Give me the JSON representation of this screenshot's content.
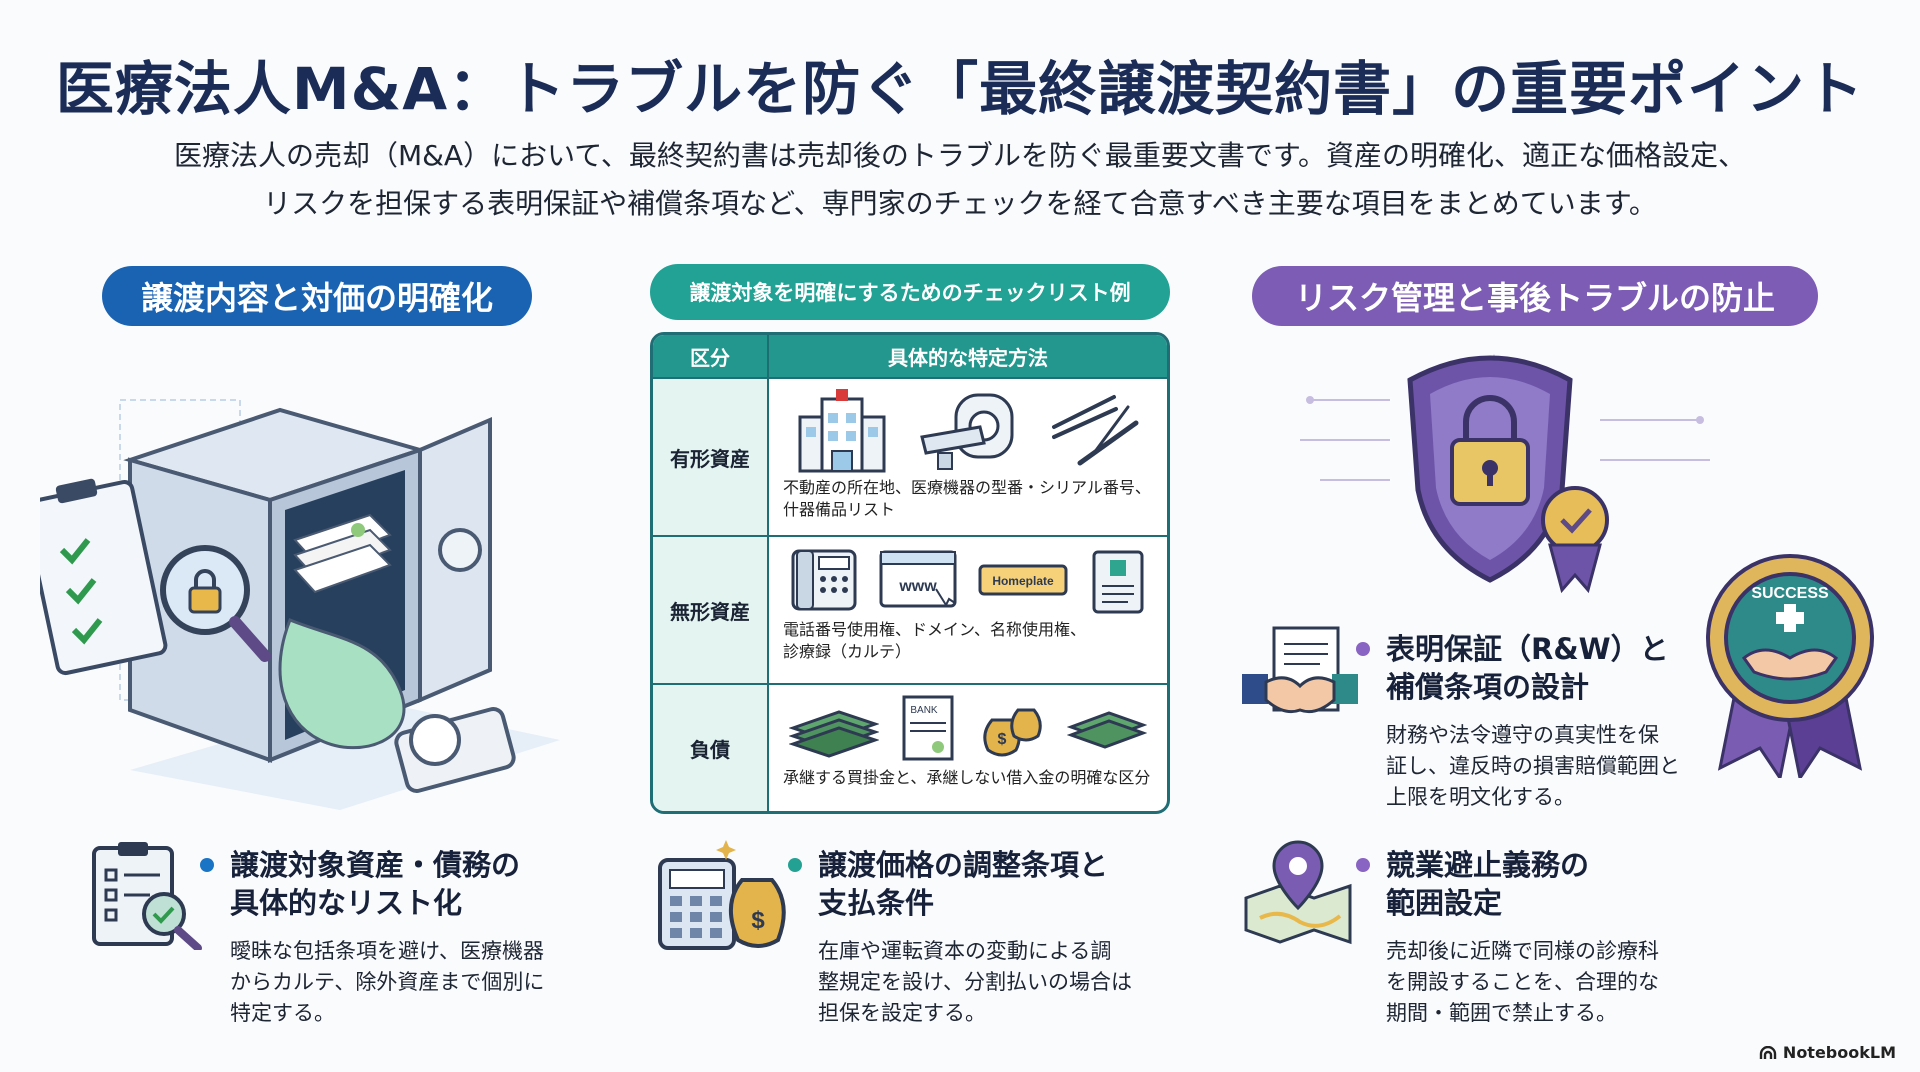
{
  "title": "医療法人M&A：トラブルを防ぐ「最終譲渡契約書」の重要ポイント",
  "intro": {
    "line1": "医療法人の売却（M&A）において、最終契約書は売却後のトラブルを防ぐ最重要文書です。資産の明確化、適正な価格設定、",
    "line2": "リスクを担保する表明保証や補償条項など、専門家のチェックを経て合意すべき主要な項目をまとめています。"
  },
  "sections": {
    "left_title": "譲渡内容と対価の明確化",
    "middle_title": "譲渡対象を明確にするためのチェックリスト例",
    "right_title": "リスク管理と事後トラブルの防止"
  },
  "checklist": {
    "header_col1": "区分",
    "header_col2": "具体的な特定方法",
    "rows": [
      {
        "category": "有形資産",
        "desc_line1": "不動産の所在地、医療機器の型番・シリアル番号、",
        "desc_line2": "什器備品リスト"
      },
      {
        "category": "無形資産",
        "desc_line1": "電話番号使用権、ドメイン、名称使用権、",
        "desc_line2": "診療録（カルテ）",
        "tag_www": "www",
        "tag_plate": "Homeplate"
      },
      {
        "category": "負債",
        "desc_line1": "承継する買掛金と、承継しない借入金の明確な区分",
        "desc_line2": "",
        "tag_bank": "BANK"
      }
    ]
  },
  "items": {
    "left": {
      "head1": "譲渡対象資産・債務の",
      "head2": "具体的なリスト化",
      "body1": "曖昧な包括条項を避け、医療機器",
      "body2": "からカルテ、除外資産まで個別に",
      "body3": "特定する。"
    },
    "middle": {
      "head1": "譲渡価格の調整条項と",
      "head2": "支払条件",
      "body1": "在庫や運転資本の変動による調",
      "body2": "整規定を設け、分割払いの場合は",
      "body3": "担保を設定する。"
    },
    "right_top": {
      "head1": "表明保証（R&W）と",
      "head2": "補償条項の設計",
      "body1": "財務や法令遵守の真実性を保",
      "body2": "証し、違反時の損害賠償範囲と",
      "body3": "上限を明文化する。"
    },
    "right_bottom": {
      "head1": "競業避止義務の",
      "head2": "範囲設定",
      "body1": "売却後に近隣で同様の診療科",
      "body2": "を開設することを、合理的な",
      "body3": "期間・範囲で禁止する。"
    }
  },
  "badge_text": "SUCCESS",
  "brand": "NotebookLM",
  "colors": {
    "navy": "#1b2c57",
    "blue": "#1a63b3",
    "teal": "#21a294",
    "purple": "#7c5cb4"
  }
}
